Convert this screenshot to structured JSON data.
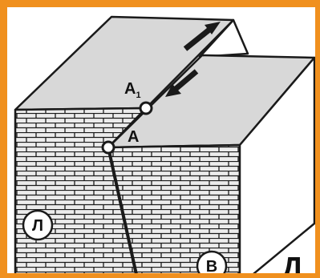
{
  "colors": {
    "frame": "#f0901e",
    "face_top": "#d8d8d8",
    "brick_bg": "#ececec",
    "stroke": "#1a1a1a"
  },
  "points": {
    "a1": {
      "label": "A",
      "subscript": "1"
    },
    "a": {
      "label": "A"
    }
  },
  "blocks": {
    "left": {
      "label": "Л"
    },
    "right": {
      "label": "В"
    }
  },
  "figure_letter": "Д",
  "icons": {
    "arrow_up": "arrow-up-right-icon",
    "arrow_down": "arrow-down-left-icon"
  }
}
